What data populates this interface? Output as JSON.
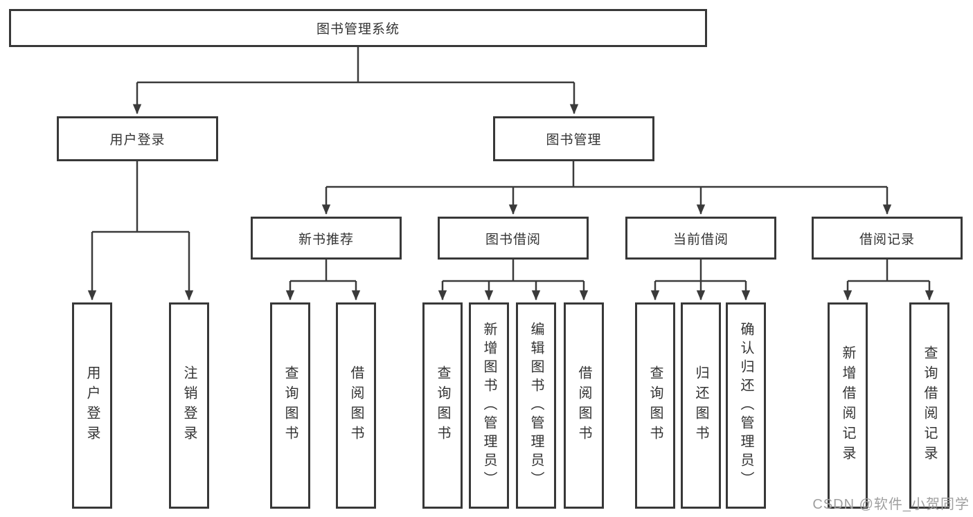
{
  "root": {
    "label": "图书管理系统"
  },
  "branches": [
    {
      "label": "用户登录",
      "children": [
        {
          "label": "用户登录"
        },
        {
          "label": "注销登录"
        }
      ]
    },
    {
      "label": "图书管理",
      "children": [
        {
          "label": "新书推荐",
          "children": [
            {
              "label": "查询图书"
            },
            {
              "label": "借阅图书"
            }
          ]
        },
        {
          "label": "图书借阅",
          "children": [
            {
              "label": "查询图书"
            },
            {
              "label": "新增图书（管理员）"
            },
            {
              "label": "编辑图书（管理员）"
            },
            {
              "label": "借阅图书"
            }
          ]
        },
        {
          "label": "当前借阅",
          "children": [
            {
              "label": "查询图书"
            },
            {
              "label": "归还图书"
            },
            {
              "label": "确认归还（管理员）"
            }
          ]
        },
        {
          "label": "借阅记录",
          "children": [
            {
              "label": "新增借阅记录"
            },
            {
              "label": "查询借阅记录"
            }
          ]
        }
      ]
    }
  ],
  "watermark": "CSDN @软件_小贺同学",
  "colors": {
    "line": "#3a3a3a",
    "box_border": "#383838",
    "text": "#333333",
    "watermark_text": "#9f9f9f",
    "background": "#ffffff"
  }
}
